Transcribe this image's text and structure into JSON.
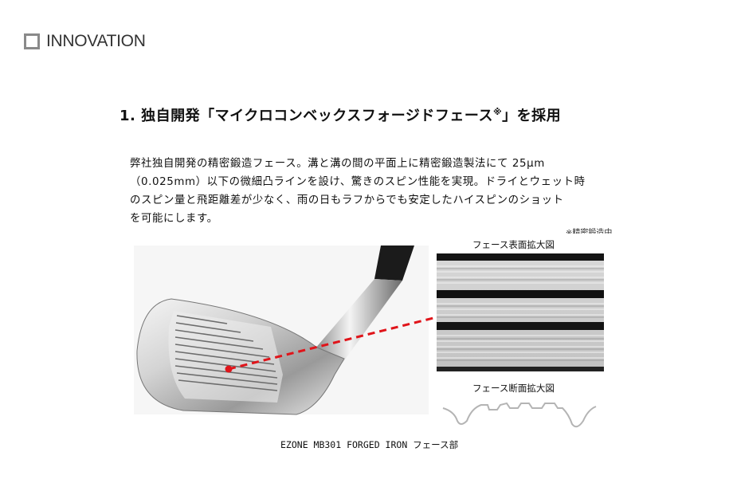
{
  "header": {
    "icon": "square-outline-icon",
    "title": "INNOVATION"
  },
  "section": {
    "heading": "1. 独自開発「マイクロコンベックスフォージドフェース",
    "heading_mark": "※",
    "heading_suffix": "」を採用",
    "paragraph_lines": [
      "弊社独自開発の精密鍛造フェース。溝と溝の間の平面上に精密鍛造製法にて 25μm",
      "（0.025mm）以下の微細凸ラインを設け、驚きのスピン性能を実現。ドライとウェット時",
      "のスピン量と飛距離差が少なく、雨の日もラフからでも安定したハイスピンのショット",
      "を可能にします。"
    ]
  },
  "figure": {
    "partial_text": "※精密鍛造中",
    "surface_caption": "フェース表面拡大図",
    "section_caption": "フェース断面拡大図",
    "caption": "EZONE MB301 FORGED IRON フェース部",
    "leader_color": "#e0141a"
  }
}
